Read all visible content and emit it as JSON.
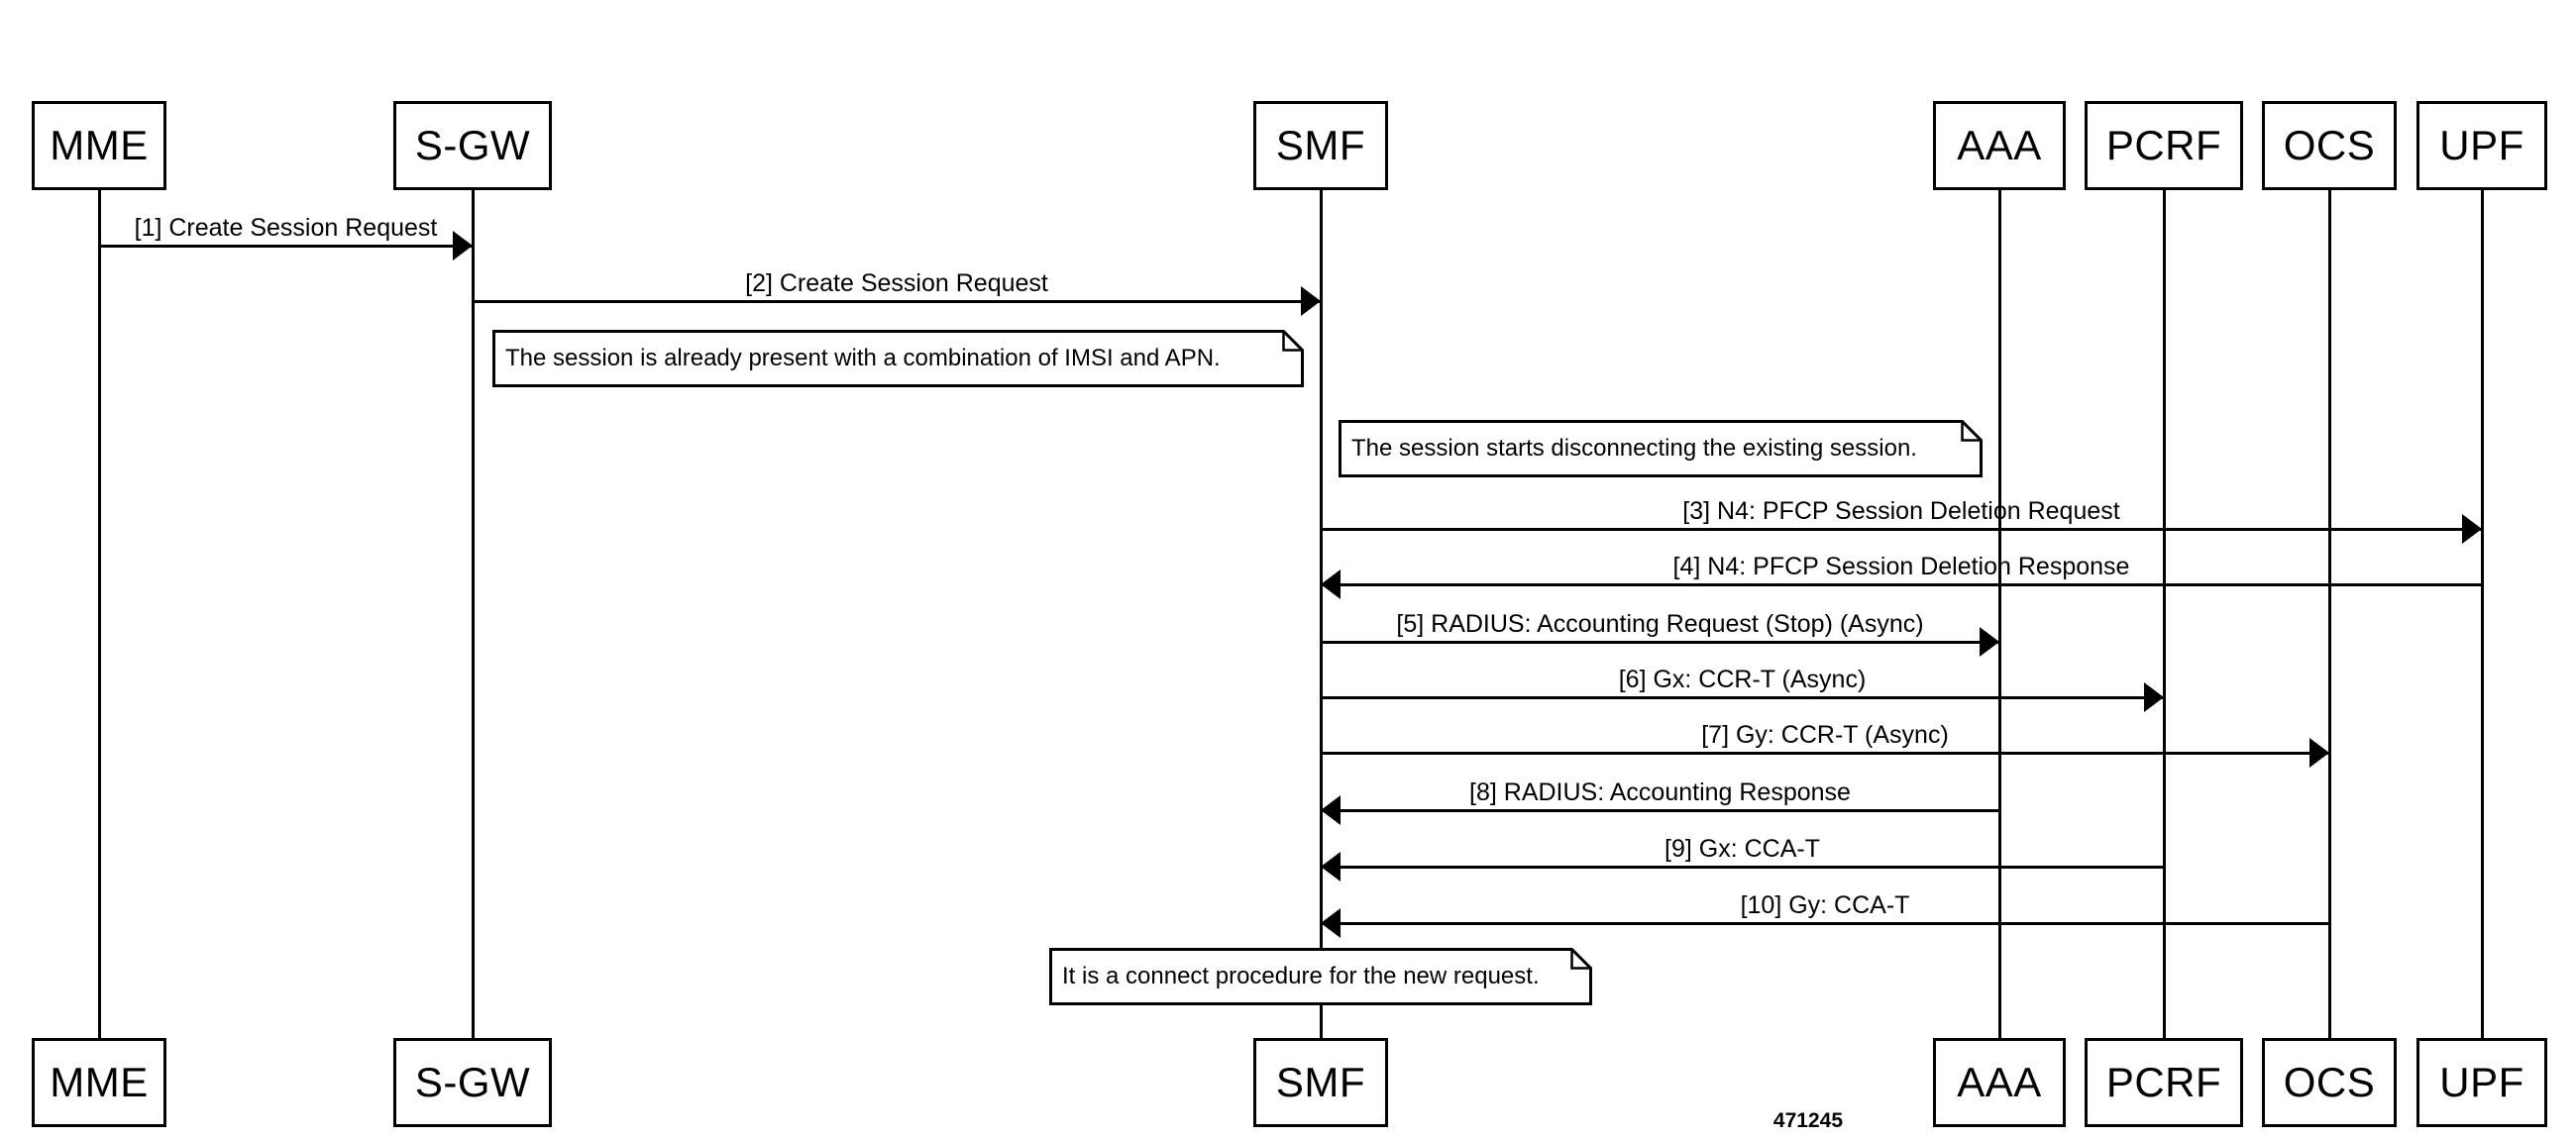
{
  "diagram": {
    "type": "sequence",
    "actors": [
      {
        "id": "mme",
        "label": "MME"
      },
      {
        "id": "sgw",
        "label": "S-GW"
      },
      {
        "id": "smf",
        "label": "SMF"
      },
      {
        "id": "aaa",
        "label": "AAA"
      },
      {
        "id": "pcrf",
        "label": "PCRF"
      },
      {
        "id": "ocs",
        "label": "OCS"
      },
      {
        "id": "upf",
        "label": "UPF"
      }
    ],
    "messages": [
      {
        "label": "[1] Create Session Request",
        "from": "MME",
        "to": "S-GW"
      },
      {
        "label": "[2] Create Session Request",
        "from": "S-GW",
        "to": "SMF"
      },
      {
        "label": "[3] N4: PFCP Session Deletion Request",
        "from": "SMF",
        "to": "UPF"
      },
      {
        "label": "[4] N4: PFCP Session Deletion Response",
        "from": "UPF",
        "to": "SMF"
      },
      {
        "label": "[5] RADIUS: Accounting Request (Stop) (Async)",
        "from": "SMF",
        "to": "AAA"
      },
      {
        "label": "[6] Gx: CCR-T (Async)",
        "from": "SMF",
        "to": "PCRF"
      },
      {
        "label": "[7] Gy: CCR-T (Async)",
        "from": "SMF",
        "to": "OCS"
      },
      {
        "label": "[8] RADIUS: Accounting Response",
        "from": "AAA",
        "to": "SMF"
      },
      {
        "label": "[9] Gx: CCA-T",
        "from": "PCRF",
        "to": "SMF"
      },
      {
        "label": "[10] Gy: CCA-T",
        "from": "OCS",
        "to": "SMF"
      }
    ],
    "notes": [
      {
        "text": "The session is already present with a combination of IMSI and APN."
      },
      {
        "text": "The session starts disconnecting the existing session."
      },
      {
        "text": "It is a connect procedure for the new request."
      }
    ],
    "figure_number": "471245",
    "colors": {
      "line": "#000000",
      "background": "#ffffff",
      "text": "#000000"
    }
  }
}
